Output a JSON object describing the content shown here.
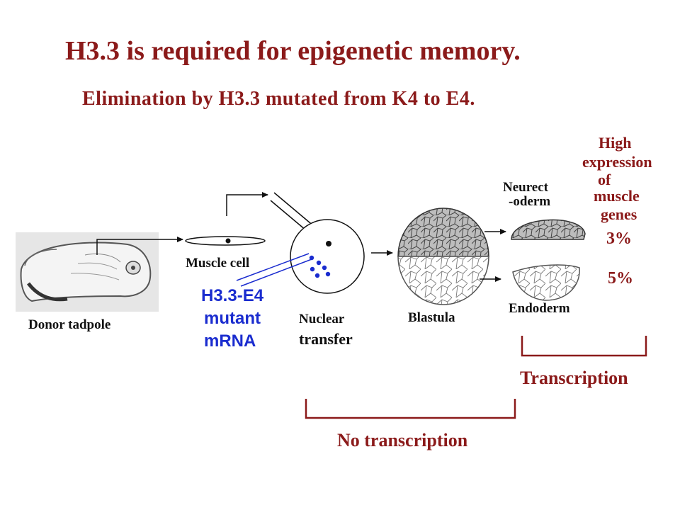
{
  "slide": {
    "title": "H3.3 is required for epigenetic memory.",
    "subtitle": "Elimination by H3.3 mutated from K4 to E4."
  },
  "labels": {
    "donor_tadpole": "Donor tadpole",
    "muscle_cell": "Muscle cell",
    "mutant_line1": "H3.3-E4",
    "mutant_line2": "mutant",
    "mutant_line3": "mRNA",
    "nuclear_line1": "Nuclear",
    "nuclear_line2": "transfer",
    "blastula": "Blastula",
    "neurectoderm_line1": "Neurect",
    "neurectoderm_line2": "-oderm",
    "endoderm": "Endoderm",
    "high_expression": [
      "High",
      "expression",
      "of",
      "muscle",
      "genes"
    ],
    "neurectoderm_pct": "3%",
    "endoderm_pct": "5%",
    "transcription": "Transcription",
    "no_transcription": "No transcription"
  },
  "colors": {
    "title_red": "#8b1a1a",
    "mutant_blue": "#1a2ccf",
    "line_black": "#111111"
  }
}
